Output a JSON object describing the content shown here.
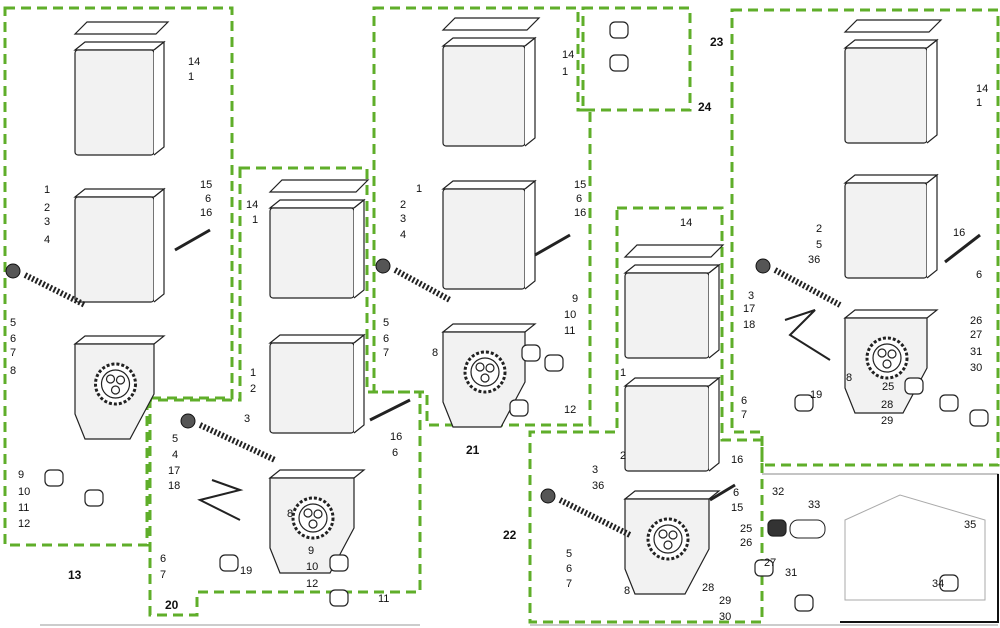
{
  "colors": {
    "border": "#5fae2a",
    "line": "#222222",
    "fill": "#f2f2f2"
  },
  "groups": [
    {
      "label": "13",
      "callouts": [
        "14",
        "1",
        "1",
        "2",
        "3",
        "4",
        "15",
        "6",
        "16",
        "5",
        "6",
        "7",
        "8",
        "9",
        "10",
        "11",
        "12"
      ]
    },
    {
      "label": "20",
      "callouts": [
        "14",
        "1",
        "1",
        "2",
        "3",
        "5",
        "4",
        "16",
        "6",
        "17",
        "18",
        "8",
        "9",
        "10",
        "12",
        "11",
        "6",
        "7",
        "19"
      ]
    },
    {
      "label": "21",
      "callouts": [
        "14",
        "1",
        "1",
        "2",
        "3",
        "4",
        "15",
        "6",
        "16",
        "5",
        "6",
        "7",
        "8",
        "9",
        "10",
        "11",
        "12"
      ]
    },
    {
      "label": "23",
      "callouts": []
    },
    {
      "label": "24",
      "callouts": [
        "14",
        "1",
        "2",
        "5",
        "36",
        "3",
        "16",
        "6",
        "17",
        "18",
        "8",
        "25",
        "26",
        "27",
        "31",
        "30",
        "28",
        "29",
        "6",
        "7",
        "19"
      ]
    },
    {
      "label": "22",
      "callouts": [
        "14",
        "1",
        "2",
        "3",
        "36",
        "16",
        "6",
        "15",
        "5",
        "6",
        "7",
        "25",
        "26",
        "8",
        "27",
        "31",
        "28",
        "29",
        "30"
      ]
    }
  ],
  "inset": {
    "callouts": [
      "32",
      "33",
      "35",
      "34"
    ]
  }
}
